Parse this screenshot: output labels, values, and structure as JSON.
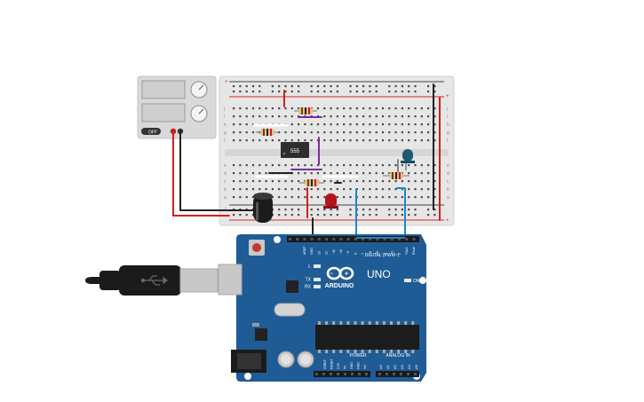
{
  "power_supply": {
    "button_label": "OFF"
  },
  "breadboard": {
    "row_letters_top": [
      "j",
      "i",
      "h",
      "g",
      "f"
    ],
    "row_letters_bottom": [
      "e",
      "d",
      "c",
      "b",
      "a"
    ],
    "rail_plus": "+",
    "rail_minus": "-"
  },
  "ic": {
    "label": "555"
  },
  "arduino": {
    "brand": "ARDUINO",
    "model": "UNO",
    "infinity_logo": "infinity-icon",
    "on_label": "ON",
    "l_label": "L",
    "tx_label": "TX",
    "rx_label": "RX",
    "digital_label": "DIGITAL (PWM~)",
    "power_label": "POWER",
    "analog_label": "ANALOG IN",
    "digital_pins": [
      "AREF",
      "GND",
      "13",
      "12",
      "~11",
      "~10",
      "~9",
      "8",
      "7",
      "~6",
      "~5",
      "4",
      "~3",
      "2",
      "TX▸1",
      "RX◂0"
    ],
    "power_pins": [
      "IOREF",
      "RESET",
      "3.3V",
      "5V",
      "GND",
      "GND",
      "Vin"
    ],
    "analog_pins": [
      "A0",
      "A1",
      "A2",
      "A3",
      "A4",
      "A5"
    ]
  },
  "usb_cable": {
    "icon": "usb-icon"
  },
  "colors": {
    "board_blue": "#1f5c96",
    "wire_red": "#d11f1f",
    "wire_black": "#222222",
    "wire_blue": "#1a88c9",
    "wire_purple": "#7b2d9e",
    "breadboard": "#e6e6e6",
    "led_red": "#b5131b",
    "led_blue": "#1d5b73"
  }
}
